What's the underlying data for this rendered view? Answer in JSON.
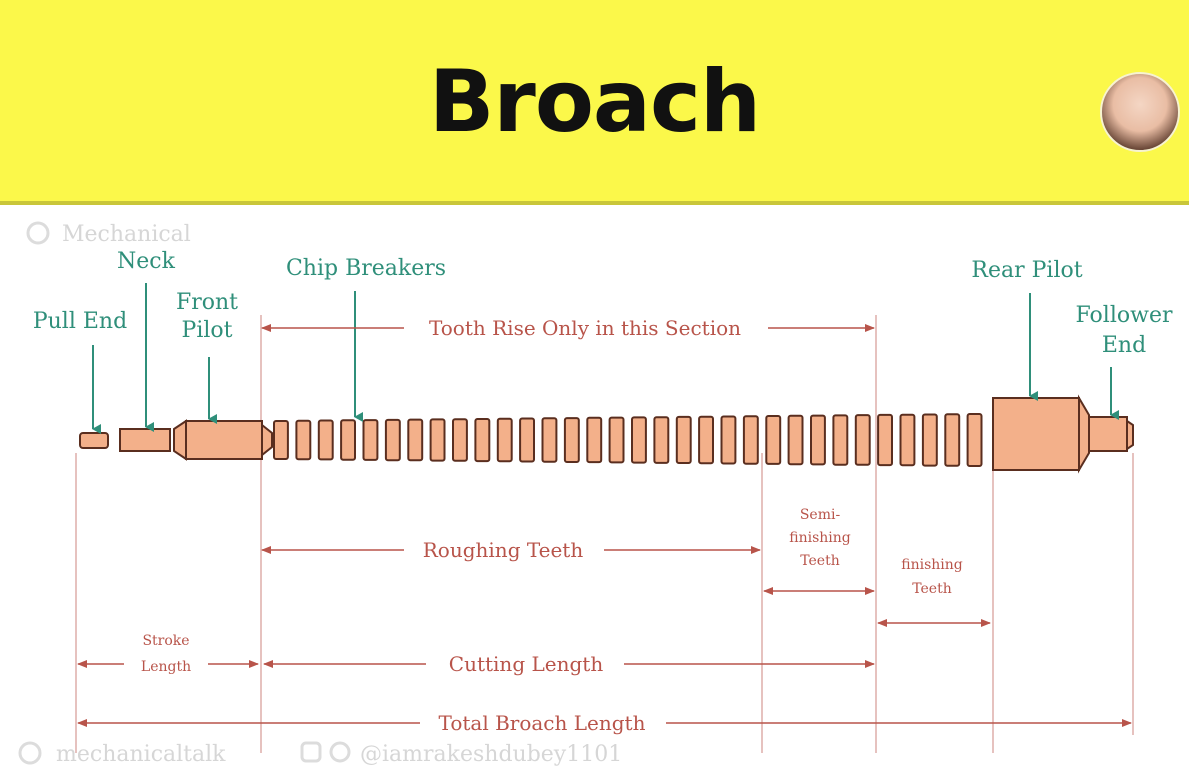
{
  "title": "Broach",
  "colors": {
    "header_bg": "#fbf84a",
    "part_fill": "#f3b08a",
    "part_stroke": "#5a2e1f",
    "label_green": "#2f8f7a",
    "dimension_red": "#b8544a"
  },
  "icons": {
    "avatar": "profile-photo"
  },
  "labels": {
    "neck": "Neck",
    "pull_end": "Pull End",
    "front_pilot_1": "Front",
    "front_pilot_2": "Pilot",
    "chip_breakers": "Chip Breakers",
    "rear_pilot": "Rear Pilot",
    "follower_end_1": "Follower",
    "follower_end_2": "End"
  },
  "dimensions": {
    "tooth_rise": "Tooth Rise Only in this Section",
    "roughing_teeth": "Roughing Teeth",
    "semi_finishing_1": "Semi-",
    "semi_finishing_2": "finishing",
    "semi_finishing_3": "Teeth",
    "finishing_1": "finishing",
    "finishing_2": "Teeth",
    "stroke_1": "Stroke",
    "stroke_2": "Length",
    "cutting_length": "Cutting Length",
    "total_length": "Total Broach Length"
  },
  "watermarks": {
    "top_left": "Mechanical",
    "bottom_left": "mechanicaltalk",
    "bottom_mid": "@iamrakeshdubey1101"
  },
  "teeth_count": 32
}
